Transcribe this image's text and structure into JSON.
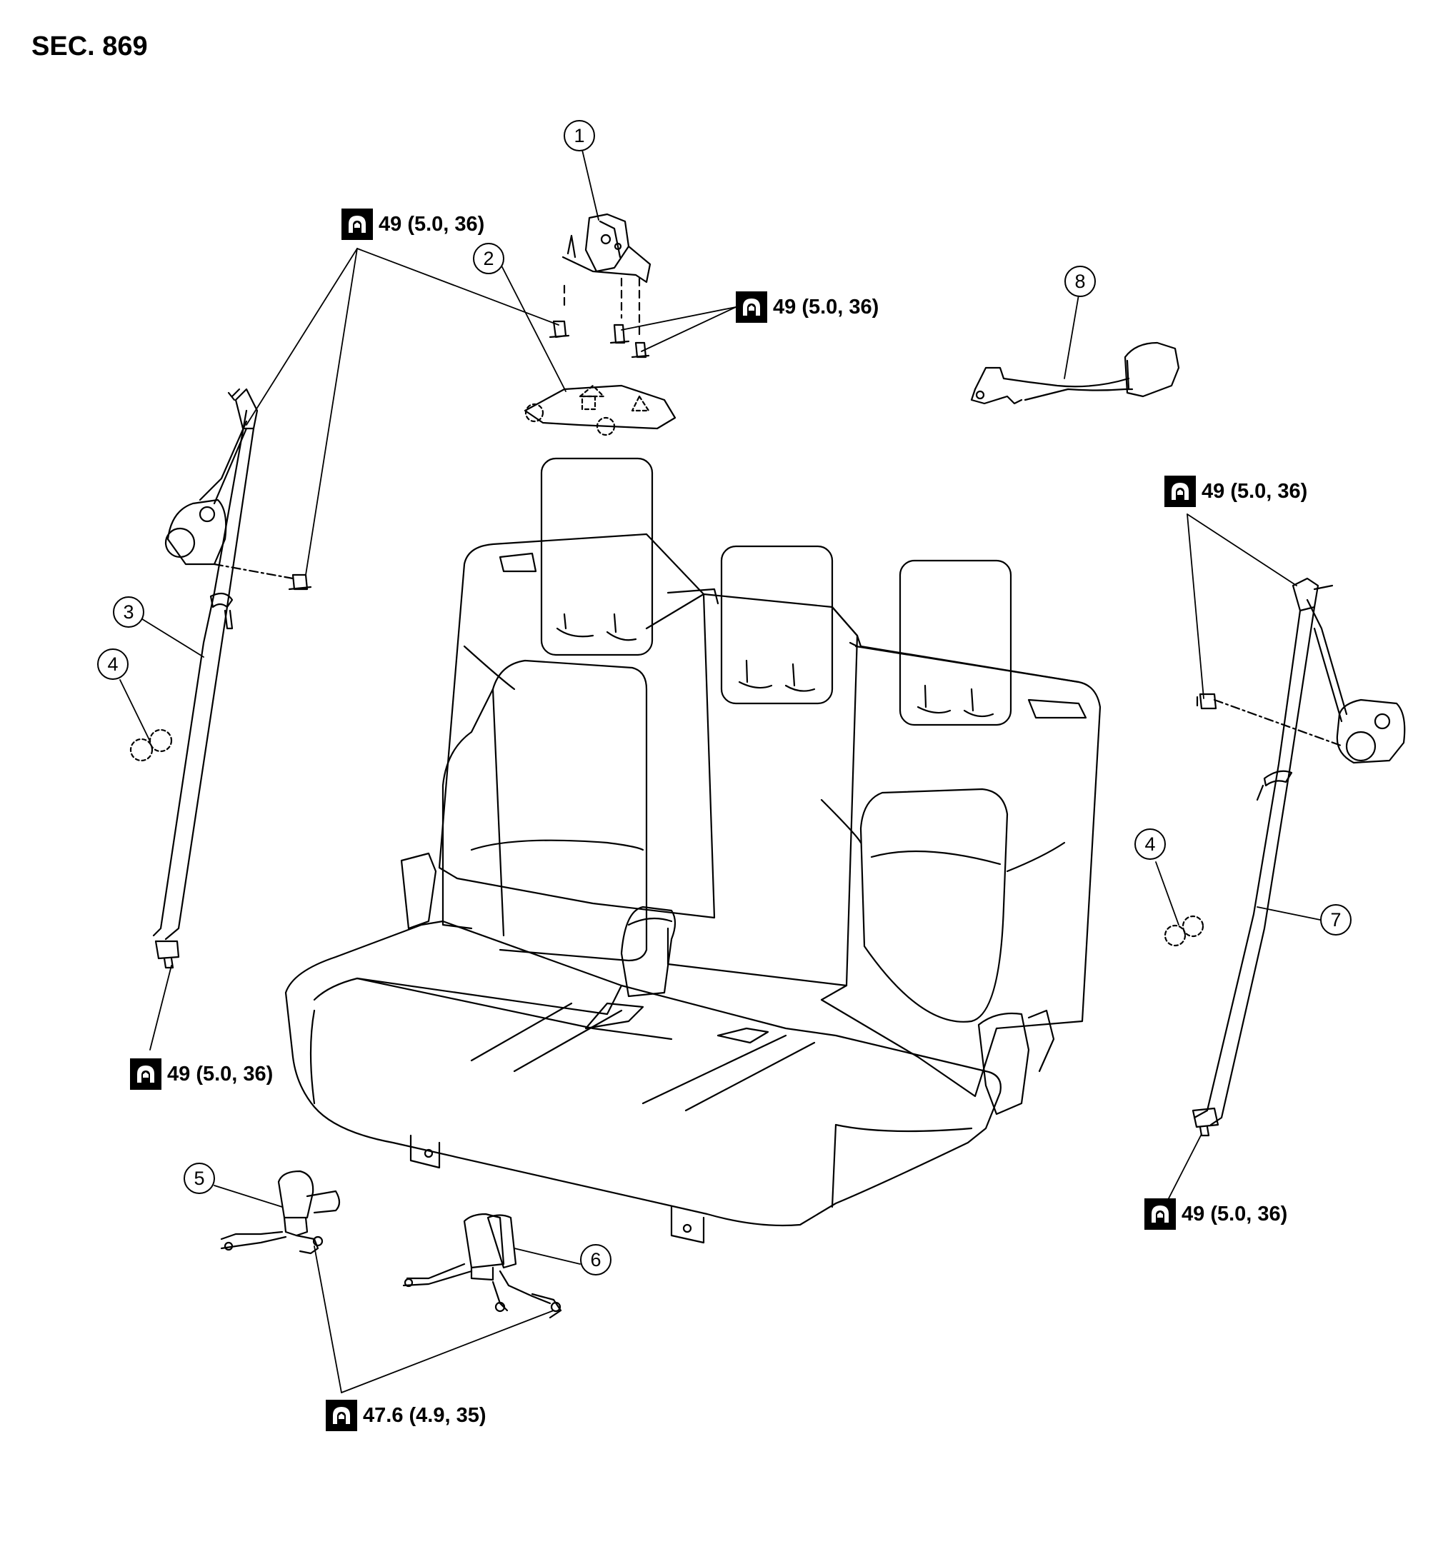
{
  "section": "SEC. 869",
  "callouts": [
    "1",
    "2",
    "3",
    "4",
    "4",
    "5",
    "6",
    "7",
    "8"
  ],
  "torques": {
    "t_top_left": "49 (5.0, 36)",
    "t_top_center": "49 (5.0, 36)",
    "t_right_upper": "49 (5.0, 36)",
    "t_left_lower": "49 (5.0, 36)",
    "t_right_lower": "49 (5.0, 36)",
    "t_buckle": "47.6 (4.9, 35)"
  },
  "icons": {
    "torque": "torque-wrench-icon"
  }
}
